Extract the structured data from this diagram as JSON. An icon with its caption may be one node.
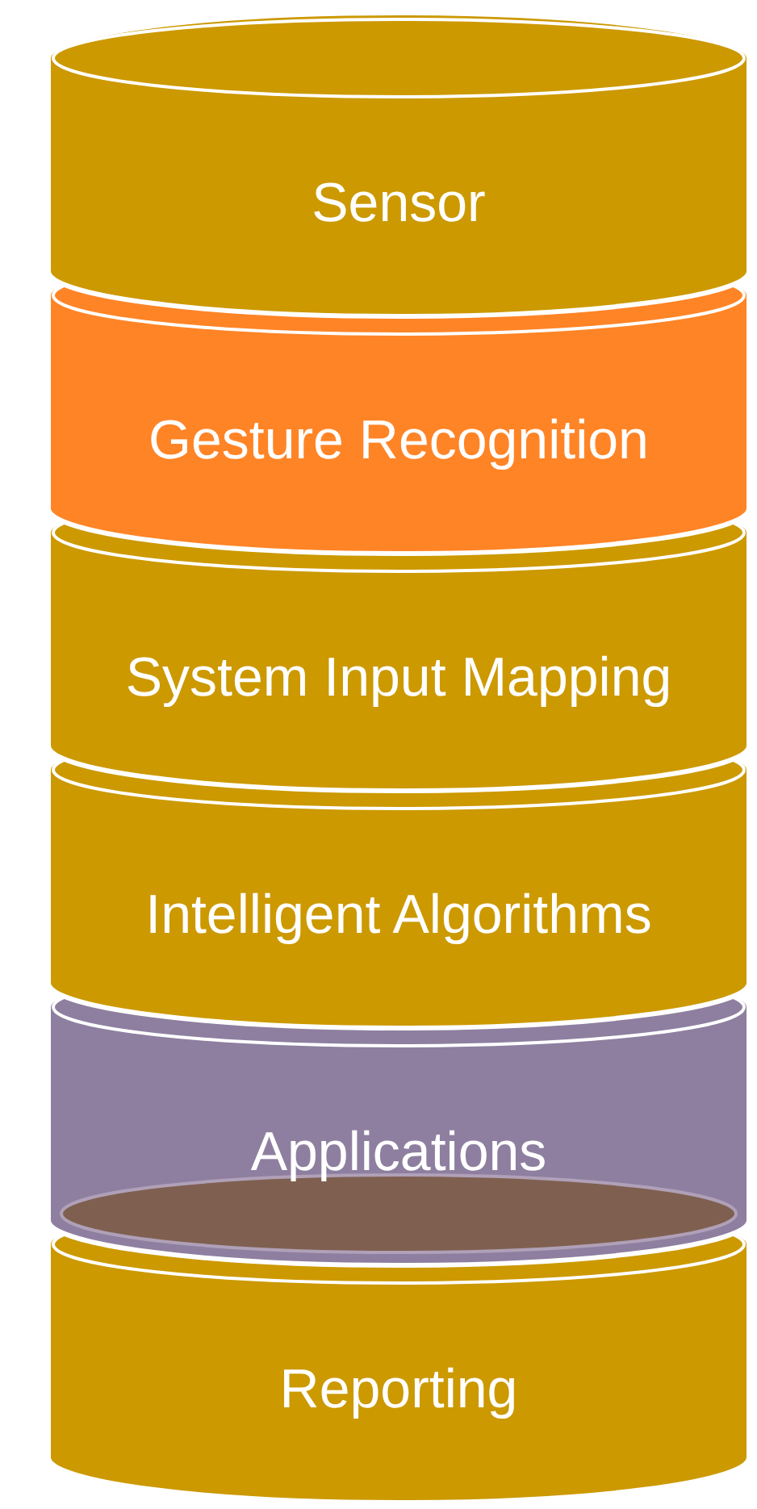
{
  "diagram": {
    "nodes": [
      {
        "text": [
          "Sensor"
        ]
      },
      {
        "text": [
          "Gesture Recognition"
        ]
      },
      {
        "text": [
          "System Input Mapping"
        ]
      },
      {
        "text": [
          "Intelligent Algorithms"
        ]
      },
      {
        "text": [
          "Applications"
        ]
      },
      {
        "text": [
          "Reporting"
        ]
      }
    ]
  }
}
